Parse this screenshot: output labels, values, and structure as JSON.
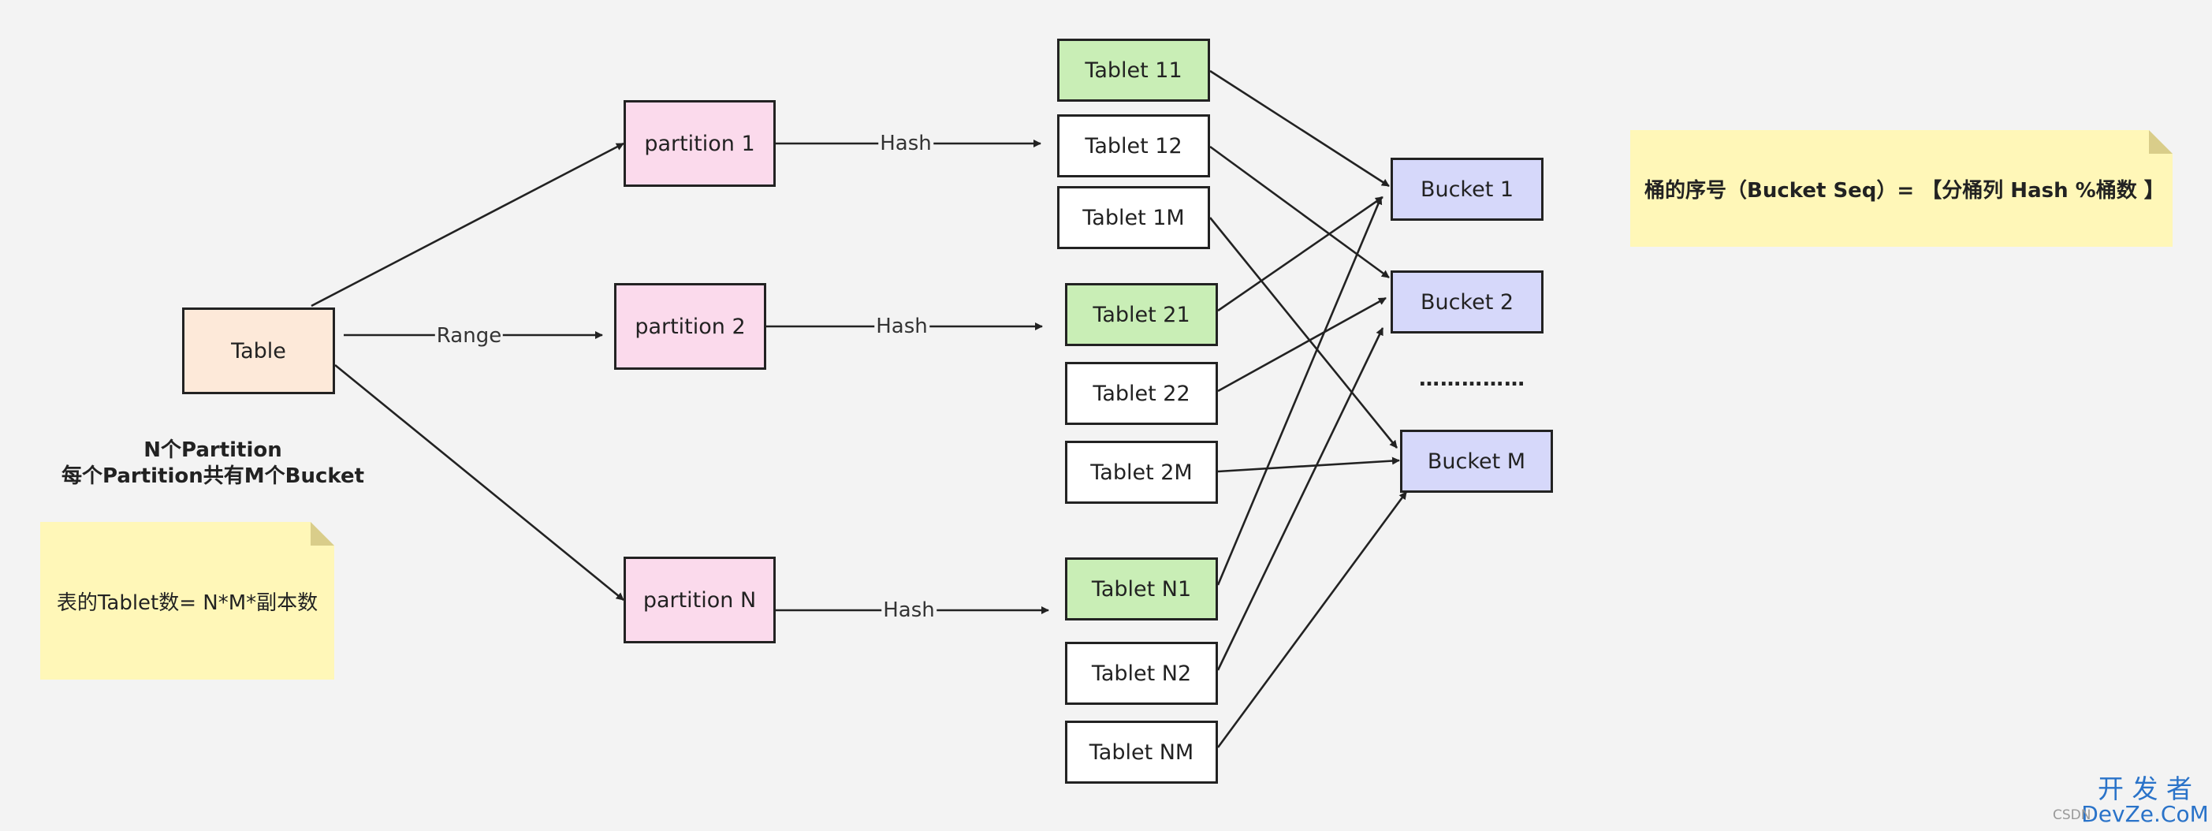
{
  "table": {
    "label": "Table"
  },
  "partitions": [
    {
      "label": "partition 1"
    },
    {
      "label": "partition 2"
    },
    {
      "label": "partition N"
    }
  ],
  "edge_labels": {
    "range": "Range",
    "hash_1": "Hash",
    "hash_2": "Hash",
    "hash_n": "Hash"
  },
  "tablets": [
    {
      "label": "Tablet 11",
      "style": "green"
    },
    {
      "label": "Tablet 12",
      "style": "white"
    },
    {
      "label": "Tablet 1M",
      "style": "white"
    },
    {
      "label": "Tablet 21",
      "style": "green"
    },
    {
      "label": "Tablet 22",
      "style": "white"
    },
    {
      "label": "Tablet 2M",
      "style": "white"
    },
    {
      "label": "Tablet N1",
      "style": "green"
    },
    {
      "label": "Tablet N2",
      "style": "white"
    },
    {
      "label": "Tablet NM",
      "style": "white"
    }
  ],
  "buckets": [
    {
      "label": "Bucket 1"
    },
    {
      "label": "Bucket 2"
    },
    {
      "label": "Bucket M"
    }
  ],
  "bucket_ellipsis": "……………",
  "caption": {
    "line1": "N个Partition",
    "line2": "每个Partition共有M个Bucket"
  },
  "notes": {
    "tablet_count": "表的Tablet数= N*M*副本数",
    "bucket_seq": "桶的序号（Bucket Seq）=  【分桶列 Hash %桶数 】"
  },
  "watermark": {
    "cn": "开 发 者",
    "en": "DevZe.CoM",
    "small": "CSDN"
  },
  "colors": {
    "table_fill": "#fde9d9",
    "partition_fill": "#fbdaec",
    "tablet_green_fill": "#c9eeb6",
    "tablet_white_fill": "#ffffff",
    "bucket_fill": "#d6d8fa",
    "note_fill": "#fff7b8",
    "stroke": "#222222",
    "background": "#f3f3f3",
    "watermark": "#2a73c9"
  }
}
